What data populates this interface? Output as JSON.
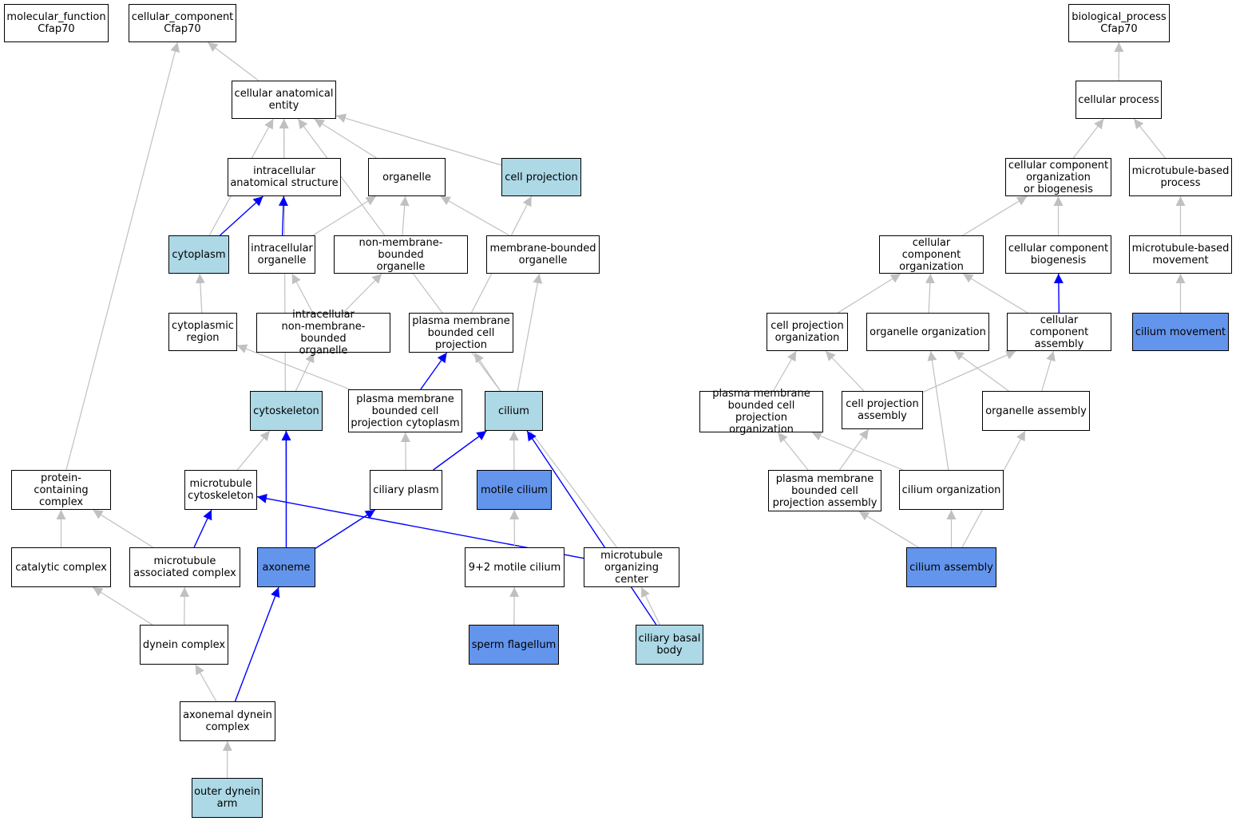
{
  "colors": {
    "white": "#ffffff",
    "light": "#add8e6",
    "blue": "#6495ed",
    "grayEdge": "#c0c0c0",
    "blueEdge": "#0000ff"
  },
  "nodes": {
    "mf": {
      "label": "molecular_function\nCfap70",
      "fill": "white"
    },
    "cc": {
      "label": "cellular_component\nCfap70",
      "fill": "white"
    },
    "bp": {
      "label": "biological_process\nCfap70",
      "fill": "white"
    },
    "cae": {
      "label": "cellular anatomical\nentity",
      "fill": "white"
    },
    "cp": {
      "label": "cellular process",
      "fill": "white"
    },
    "ias": {
      "label": "intracellular\nanatomical structure",
      "fill": "white"
    },
    "org": {
      "label": "organelle",
      "fill": "white"
    },
    "cproj": {
      "label": "cell projection",
      "fill": "light"
    },
    "ccob": {
      "label": "cellular component\norganization\nor biogenesis",
      "fill": "white"
    },
    "mbp": {
      "label": "microtubule-based\nprocess",
      "fill": "white"
    },
    "cyto": {
      "label": "cytoplasm",
      "fill": "light"
    },
    "iorg": {
      "label": "intracellular\norganelle",
      "fill": "white"
    },
    "nmbo": {
      "label": "non-membrane-bounded\norganelle",
      "fill": "white"
    },
    "mbo": {
      "label": "membrane-bounded\norganelle",
      "fill": "white"
    },
    "cco": {
      "label": "cellular component\norganization",
      "fill": "white"
    },
    "ccb": {
      "label": "cellular component\nbiogenesis",
      "fill": "white"
    },
    "mbm": {
      "label": "microtubule-based\nmovement",
      "fill": "white"
    },
    "cr": {
      "label": "cytoplasmic\nregion",
      "fill": "white"
    },
    "inmbo": {
      "label": "intracellular\nnon-membrane-bounded\norganelle",
      "fill": "white"
    },
    "pmbcp": {
      "label": "plasma membrane\nbounded cell\nprojection",
      "fill": "white"
    },
    "cpo": {
      "label": "cell projection\norganization",
      "fill": "white"
    },
    "oo": {
      "label": "organelle organization",
      "fill": "white"
    },
    "cca": {
      "label": "cellular component\nassembly",
      "fill": "white"
    },
    "cm": {
      "label": "cilium movement",
      "fill": "blue"
    },
    "csk": {
      "label": "cytoskeleton",
      "fill": "light"
    },
    "pmbcpc": {
      "label": "plasma membrane\nbounded cell\nprojection cytoplasm",
      "fill": "white"
    },
    "cil": {
      "label": "cilium",
      "fill": "light"
    },
    "pmbcpo": {
      "label": "plasma membrane\nbounded cell\nprojection organization",
      "fill": "white"
    },
    "cpa": {
      "label": "cell projection\nassembly",
      "fill": "white"
    },
    "oa": {
      "label": "organelle assembly",
      "fill": "white"
    },
    "pcc": {
      "label": "protein-containing\ncomplex",
      "fill": "white"
    },
    "mtc": {
      "label": "microtubule\ncytoskeleton",
      "fill": "white"
    },
    "cpl": {
      "label": "ciliary plasm",
      "fill": "white"
    },
    "mc": {
      "label": "motile cilium",
      "fill": "blue"
    },
    "pmbcpa": {
      "label": "plasma membrane\nbounded cell\nprojection assembly",
      "fill": "white"
    },
    "co": {
      "label": "cilium organization",
      "fill": "white"
    },
    "catc": {
      "label": "catalytic complex",
      "fill": "white"
    },
    "mac": {
      "label": "microtubule\nassociated complex",
      "fill": "white"
    },
    "axo": {
      "label": "axoneme",
      "fill": "blue"
    },
    "m92": {
      "label": "9+2 motile cilium",
      "fill": "white"
    },
    "moc": {
      "label": "microtubule\norganizing center",
      "fill": "white"
    },
    "ca": {
      "label": "cilium assembly",
      "fill": "blue"
    },
    "dc": {
      "label": "dynein complex",
      "fill": "white"
    },
    "sf": {
      "label": "sperm flagellum",
      "fill": "blue"
    },
    "cbb": {
      "label": "ciliary basal\nbody",
      "fill": "light"
    },
    "adc": {
      "label": "axonemal dynein\ncomplex",
      "fill": "white"
    },
    "oda": {
      "label": "outer dynein\narm",
      "fill": "light"
    }
  },
  "edges": [
    {
      "from": "cae",
      "to": "cc",
      "color": "gray"
    },
    {
      "from": "pcc",
      "to": "cc",
      "color": "gray"
    },
    {
      "from": "cp",
      "to": "bp",
      "color": "gray"
    },
    {
      "from": "ias",
      "to": "cae",
      "color": "gray"
    },
    {
      "from": "org",
      "to": "cae",
      "color": "gray"
    },
    {
      "from": "cproj",
      "to": "cae",
      "color": "gray"
    },
    {
      "from": "cyto",
      "to": "cae",
      "color": "gray"
    },
    {
      "from": "axo",
      "to": "cae",
      "color": "gray"
    },
    {
      "from": "moc",
      "to": "cae",
      "color": "gray"
    },
    {
      "from": "cyto",
      "to": "ias",
      "color": "blue"
    },
    {
      "from": "iorg",
      "to": "ias",
      "color": "blue"
    },
    {
      "from": "iorg",
      "to": "org",
      "color": "gray"
    },
    {
      "from": "nmbo",
      "to": "org",
      "color": "gray"
    },
    {
      "from": "mbo",
      "to": "org",
      "color": "gray"
    },
    {
      "from": "pmbcp",
      "to": "cproj",
      "color": "gray"
    },
    {
      "from": "ccob",
      "to": "cp",
      "color": "gray"
    },
    {
      "from": "mbp",
      "to": "cp",
      "color": "gray"
    },
    {
      "from": "cco",
      "to": "ccob",
      "color": "gray"
    },
    {
      "from": "ccb",
      "to": "ccob",
      "color": "gray"
    },
    {
      "from": "mbm",
      "to": "mbp",
      "color": "gray"
    },
    {
      "from": "cm",
      "to": "mbm",
      "color": "gray"
    },
    {
      "from": "cr",
      "to": "cyto",
      "color": "gray"
    },
    {
      "from": "inmbo",
      "to": "iorg",
      "color": "gray"
    },
    {
      "from": "inmbo",
      "to": "nmbo",
      "color": "gray"
    },
    {
      "from": "cil",
      "to": "mbo",
      "color": "gray"
    },
    {
      "from": "csk",
      "to": "inmbo",
      "color": "gray"
    },
    {
      "from": "pmbcpc",
      "to": "cr",
      "color": "gray"
    },
    {
      "from": "cil",
      "to": "pmbcp",
      "color": "gray"
    },
    {
      "from": "pmbcpc",
      "to": "pmbcp",
      "color": "blue"
    },
    {
      "from": "cpo",
      "to": "cco",
      "color": "gray"
    },
    {
      "from": "oo",
      "to": "cco",
      "color": "gray"
    },
    {
      "from": "cca",
      "to": "cco",
      "color": "gray"
    },
    {
      "from": "cca",
      "to": "ccb",
      "color": "blue"
    },
    {
      "from": "pmbcpo",
      "to": "cpo",
      "color": "gray"
    },
    {
      "from": "cpa",
      "to": "cpo",
      "color": "gray"
    },
    {
      "from": "cpa",
      "to": "cca",
      "color": "gray"
    },
    {
      "from": "oa",
      "to": "cca",
      "color": "gray"
    },
    {
      "from": "oa",
      "to": "oo",
      "color": "gray"
    },
    {
      "from": "co",
      "to": "oo",
      "color": "gray"
    },
    {
      "from": "mtc",
      "to": "csk",
      "color": "gray"
    },
    {
      "from": "axo",
      "to": "csk",
      "color": "blue"
    },
    {
      "from": "cpl",
      "to": "pmbcpc",
      "color": "gray"
    },
    {
      "from": "cpl",
      "to": "cil",
      "color": "blue"
    },
    {
      "from": "mc",
      "to": "cil",
      "color": "gray"
    },
    {
      "from": "cbb",
      "to": "cil",
      "color": "blue"
    },
    {
      "from": "pmbcpa",
      "to": "pmbcpo",
      "color": "gray"
    },
    {
      "from": "co",
      "to": "pmbcpo",
      "color": "gray"
    },
    {
      "from": "pmbcpa",
      "to": "cpa",
      "color": "gray"
    },
    {
      "from": "ca",
      "to": "oa",
      "color": "gray"
    },
    {
      "from": "catc",
      "to": "pcc",
      "color": "gray"
    },
    {
      "from": "mac",
      "to": "pcc",
      "color": "gray"
    },
    {
      "from": "mac",
      "to": "mtc",
      "color": "blue"
    },
    {
      "from": "moc",
      "to": "mtc",
      "color": "blue"
    },
    {
      "from": "axo",
      "to": "cpl",
      "color": "blue"
    },
    {
      "from": "m92",
      "to": "mc",
      "color": "gray"
    },
    {
      "from": "ca",
      "to": "pmbcpa",
      "color": "gray"
    },
    {
      "from": "ca",
      "to": "co",
      "color": "gray"
    },
    {
      "from": "dc",
      "to": "catc",
      "color": "gray"
    },
    {
      "from": "dc",
      "to": "mac",
      "color": "gray"
    },
    {
      "from": "adc",
      "to": "axo",
      "color": "blue"
    },
    {
      "from": "sf",
      "to": "m92",
      "color": "gray"
    },
    {
      "from": "cbb",
      "to": "moc",
      "color": "gray"
    },
    {
      "from": "adc",
      "to": "dc",
      "color": "gray"
    },
    {
      "from": "oda",
      "to": "adc",
      "color": "gray"
    }
  ]
}
